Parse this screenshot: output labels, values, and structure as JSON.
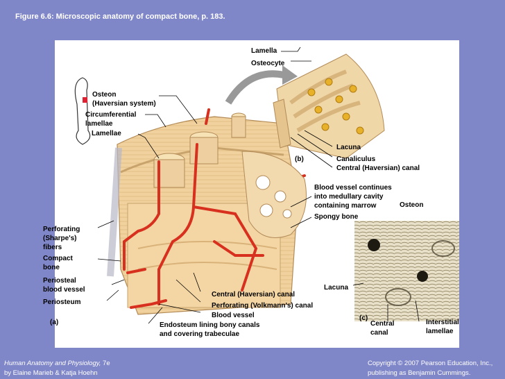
{
  "title": "Figure 6.6:  Microscopic anatomy of compact bone, p. 183.",
  "labels": {
    "lamella": "Lamella",
    "osteocyte": "Osteocyte",
    "osteon_haversian": "Osteon\n(Haversian system)",
    "circumferential_lamellae": "Circumferential\nlamellae",
    "lamellae": "Lamellae",
    "lacuna_b": "Lacuna",
    "canaliculus": "Canaliculus",
    "central_canal_b": "Central (Haversian) canal",
    "panel_b": "(b)",
    "blood_vessel_continues": "Blood vessel continues\ninto medullary cavity\ncontaining marrow",
    "spongy_bone": "Spongy bone",
    "osteon_c": "Osteon",
    "perforating_fibers": "Perforating\n(Sharpe's)\nfibers",
    "compact_bone": "Compact\nbone",
    "periosteal_vessel": "Periosteal\nblood vessel",
    "periosteum": "Periosteum",
    "panel_a": "(a)",
    "central_canal_a": "Central (Haversian) canal",
    "perforating_canal": "Perforating (Volkmann's) canal",
    "blood_vessel": "Blood vessel",
    "endosteum": "Endosteum lining bony canals\nand covering trabeculae",
    "lacuna_c": "Lacuna",
    "panel_c": "(c)",
    "central_canal_c": "Central\ncanal",
    "interstitial_lamellae": "Interstitial\nlamellae"
  },
  "footer": {
    "book_title": "Human Anatomy and Physiology,",
    "edition": " 7e",
    "authors": "by Elaine Marieb & Katja Hoehn",
    "copyright": "Copyright © 2007 Pearson Education, Inc.,\npublishing as Benjamin Cummings."
  }
}
